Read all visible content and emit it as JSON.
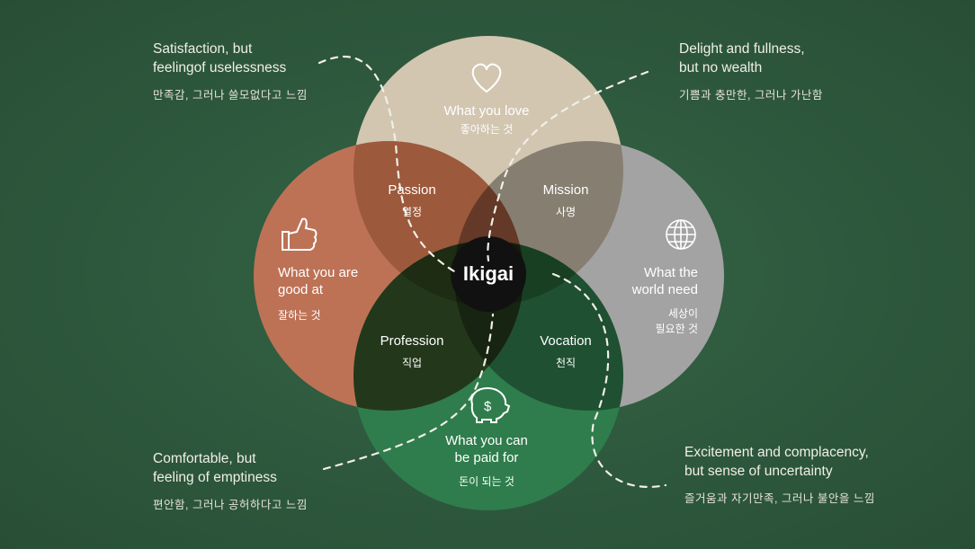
{
  "colors": {
    "background": "#2f5b3f",
    "love": "#d2c6b1",
    "good": "#bd7256",
    "world": "#a3a3a3",
    "paid": "#2f7d4c",
    "center": "#111111"
  },
  "center": {
    "label": "Ikigai"
  },
  "circles": {
    "love": {
      "en": "What you love",
      "ko": "좋아하는 것",
      "icon": "heart-icon"
    },
    "good": {
      "en1": "What you are",
      "en2": "good at",
      "ko": "잘하는 것",
      "icon": "thumbs-up-icon"
    },
    "world": {
      "en1": "What the",
      "en2": "world need",
      "ko1": "세상이",
      "ko2": "필요한 것",
      "icon": "globe-icon"
    },
    "paid": {
      "en1": "What you can",
      "en2": "be paid for",
      "ko": "돈이 되는 것",
      "icon": "piggy-bank-icon"
    }
  },
  "overlaps": {
    "passion": {
      "en": "Passion",
      "ko": "열정"
    },
    "mission": {
      "en": "Mission",
      "ko": "사명"
    },
    "profession": {
      "en": "Profession",
      "ko": "직업"
    },
    "vocation": {
      "en": "Vocation",
      "ko": "천직"
    }
  },
  "notes": {
    "top_left": {
      "en1": "Satisfaction, but",
      "en2": "feelingof uselessness",
      "ko": "만족감, 그러나 쓸모없다고 느낌"
    },
    "top_right": {
      "en1": "Delight and fullness,",
      "en2": "but no wealth",
      "ko": "기쁨과 충만한, 그러나 가난함"
    },
    "bottom_left": {
      "en1": "Comfortable, but",
      "en2": "feeling of emptiness",
      "ko": "편안함, 그러나 공허하다고 느낌"
    },
    "bottom_right": {
      "en1": "Excitement and complacency,",
      "en2": "but sense of uncertainty",
      "ko": "즐거움과 자기만족, 그러나 불안을 느낌"
    }
  }
}
